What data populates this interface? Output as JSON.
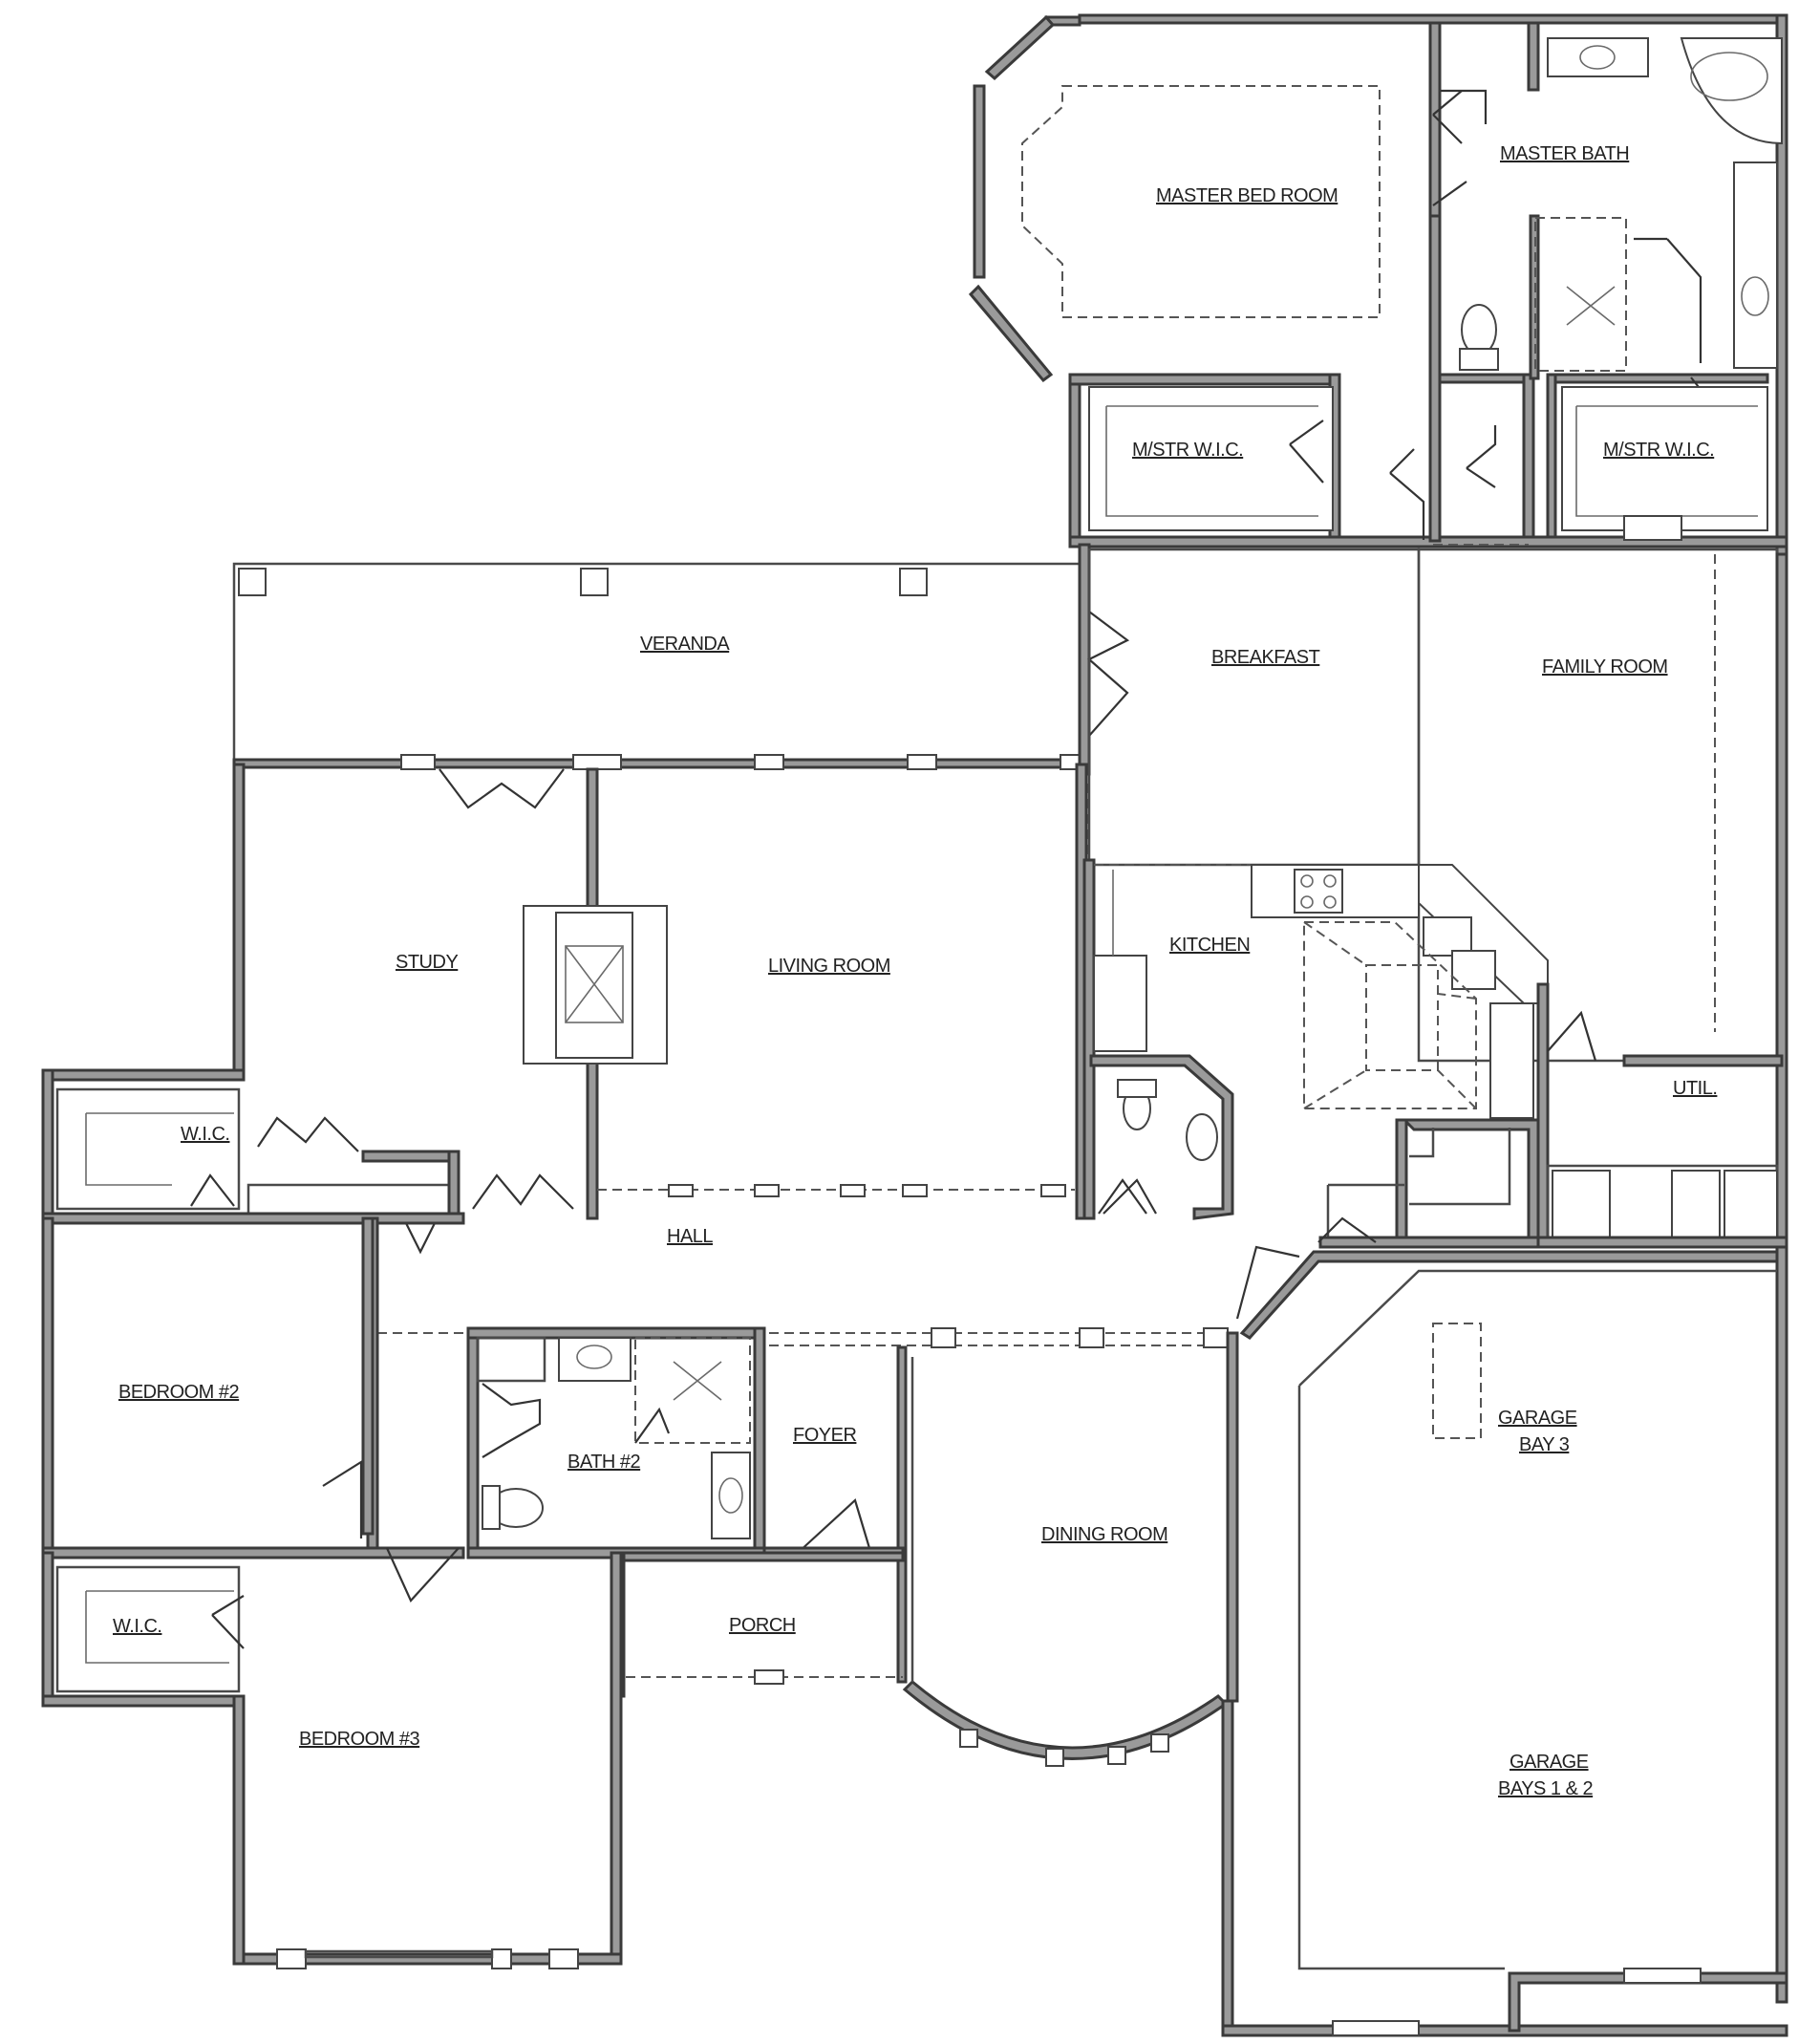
{
  "rooms": {
    "master_bedroom": "MASTER BED ROOM",
    "master_bath": "MASTER BATH",
    "mstr_wic_left": "M/STR W.I.C.",
    "mstr_wic_right": "M/STR W.I.C.",
    "veranda": "VERANDA",
    "breakfast": "BREAKFAST",
    "family_room": "FAMILY ROOM",
    "study": "STUDY",
    "living_room": "LIVING ROOM",
    "kitchen": "KITCHEN",
    "util": "UTIL.",
    "wic_upper": "W.I.C.",
    "hall": "HALL",
    "bedroom_2": "BEDROOM #2",
    "bath_2": "BATH #2",
    "foyer": "FOYER",
    "dining_room": "DINING ROOM",
    "garage_bay3_line1": "GARAGE",
    "garage_bay3_line2": "BAY 3",
    "wic_lower": "W.I.C.",
    "porch": "PORCH",
    "bedroom_3": "BEDROOM #3",
    "garage_bays12_line1": "GARAGE",
    "garage_bays12_line2": "BAYS 1 & 2"
  },
  "colors": {
    "wall": "#9a9a9a",
    "line": "#3a3a3a",
    "background": "#ffffff"
  }
}
